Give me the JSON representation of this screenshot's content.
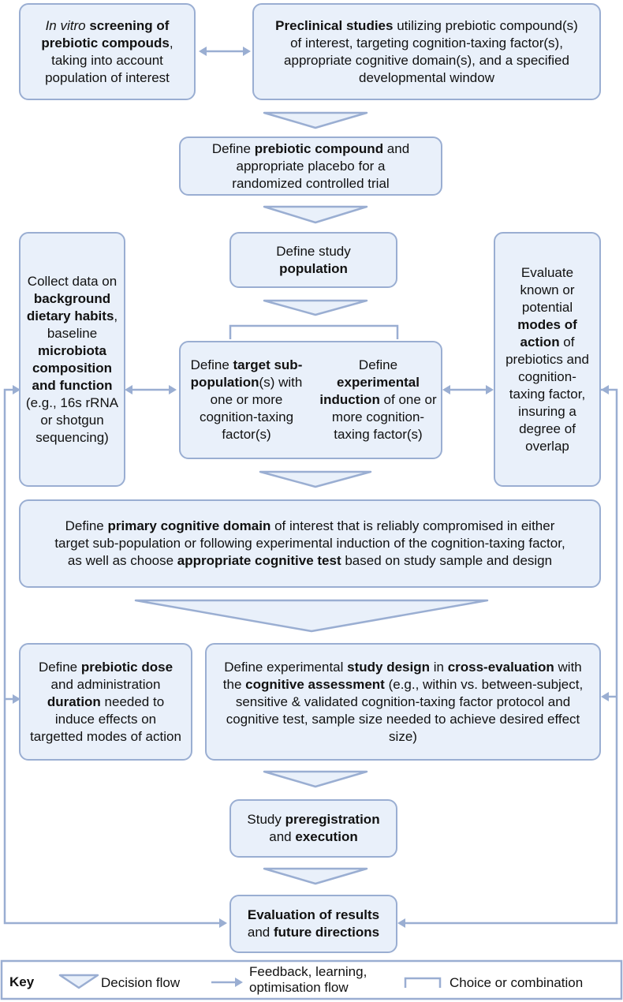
{
  "boxes": {
    "screening": {
      "prefix_italic": "In vitro",
      "bold": "screening of prebiotic compouds",
      "rest": ", taking into account population of interest"
    },
    "preclinical": {
      "bold": "Preclinical studies",
      "rest": " utilizing prebiotic compound(s) of interest, targeting cognition-taxing factor(s), appropriate cognitive domain(s), and a specified developmental window"
    },
    "compound": {
      "pre": "Define ",
      "bold": "prebiotic compound",
      "rest": " and appropriate placebo for a randomized controlled trial"
    },
    "population": {
      "pre": "Define study ",
      "bold": "population"
    },
    "collect": {
      "pre": "Collect data on ",
      "bold1": "background dietary habits",
      "mid": ", baseline ",
      "bold2": "microbiota composition and function",
      "rest": " (e.g., 16s rRNA or shotgun sequencing)"
    },
    "subpop": {
      "pre": "Define ",
      "bold": "target sub-population",
      "rest": "(s) with one or more cognition-taxing factor(s)"
    },
    "induction": {
      "pre": "Define ",
      "bold": "experimental induction",
      "rest": " of one or more cognition-taxing factor(s)"
    },
    "modes": {
      "pre": "Evaluate known or potential ",
      "bold": "modes of action",
      "rest": " of prebiotics and cognition-taxing factor, insuring a degree of overlap"
    },
    "domain": {
      "pre": "Define ",
      "bold1": "primary cognitive domain",
      "mid": " of interest that is reliably compromised in either target sub-population or following experimental induction of the cognition-taxing factor, as well as choose ",
      "bold2": "appropriate cognitive test",
      "rest": " based on study sample and design"
    },
    "dose": {
      "pre": "Define ",
      "bold1": "prebiotic dose",
      "mid": " and administration ",
      "bold2": "duration",
      "rest": " needed to induce effects on targetted modes of action"
    },
    "design": {
      "pre": "Define experimental ",
      "bold1": "study design",
      "mid1": " in ",
      "bold2": "cross-evaluation",
      "mid2": " with the ",
      "bold3": "cognitive assessment",
      "rest": " (e.g., within vs. between-subject, sensitive & validated cognition-taxing factor protocol and cognitive test, sample size needed to achieve desired effect size)"
    },
    "prereg": {
      "pre": "Study ",
      "bold1": "preregistration",
      "mid": " and ",
      "bold2": "execution"
    },
    "evaluation": {
      "bold1": "Evaluation of results",
      "mid": " and ",
      "bold2": "future directions"
    }
  },
  "key": {
    "title": "Key",
    "decision": "Decision flow",
    "feedback": "Feedback, learning, optimisation flow",
    "choice": "Choice or combination"
  },
  "colors": {
    "fill": "#e9f0fa",
    "stroke": "#9aaed2",
    "text": "#111111"
  }
}
